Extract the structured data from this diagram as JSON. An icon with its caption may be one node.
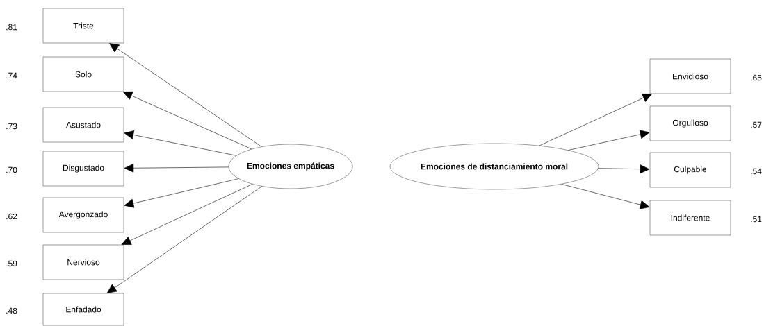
{
  "diagram": {
    "nodes": [
      {
        "text": [
          "Triste"
        ],
        "beside": [
          ".81"
        ]
      },
      {
        "text": [
          "Solo"
        ],
        "beside": [
          ".74"
        ]
      },
      {
        "text": [
          "Asustado"
        ],
        "beside": [
          ".73"
        ]
      },
      {
        "text": [
          "Disgustado"
        ],
        "beside": [
          ".70"
        ]
      },
      {
        "text": [
          "Avergonzado"
        ],
        "beside": [
          ".62"
        ]
      },
      {
        "text": [
          "Nervioso"
        ],
        "beside": [
          ".59"
        ]
      },
      {
        "text": [
          "Enfadado"
        ],
        "beside": [
          ".48"
        ]
      },
      {
        "text": [
          "Emociones empáticas"
        ]
      },
      {
        "text": [
          "Emociones de distanciamiento moral"
        ]
      },
      {
        "text": [
          "Envidioso"
        ],
        "beside": [
          ".65"
        ]
      },
      {
        "text": [
          "Orgulloso"
        ],
        "beside": [
          ".57"
        ]
      },
      {
        "text": [
          "Culpable"
        ],
        "beside": [
          ".54"
        ]
      },
      {
        "text": [
          "Indiferente"
        ],
        "beside": [
          ".51"
        ]
      }
    ],
    "edges": [
      {
        "from": 7,
        "to": 0,
        "arrow": "to"
      },
      {
        "from": 7,
        "to": 1,
        "arrow": "to"
      },
      {
        "from": 7,
        "to": 2,
        "arrow": "to"
      },
      {
        "from": 7,
        "to": 3,
        "arrow": "to"
      },
      {
        "from": 7,
        "to": 4,
        "arrow": "to"
      },
      {
        "from": 7,
        "to": 5,
        "arrow": "to"
      },
      {
        "from": 7,
        "to": 6,
        "arrow": "to"
      },
      {
        "from": 8,
        "to": 9,
        "arrow": "to"
      },
      {
        "from": 8,
        "to": 10,
        "arrow": "to"
      },
      {
        "from": 8,
        "to": 11,
        "arrow": "to"
      },
      {
        "from": 8,
        "to": 12,
        "arrow": "to"
      }
    ]
  }
}
